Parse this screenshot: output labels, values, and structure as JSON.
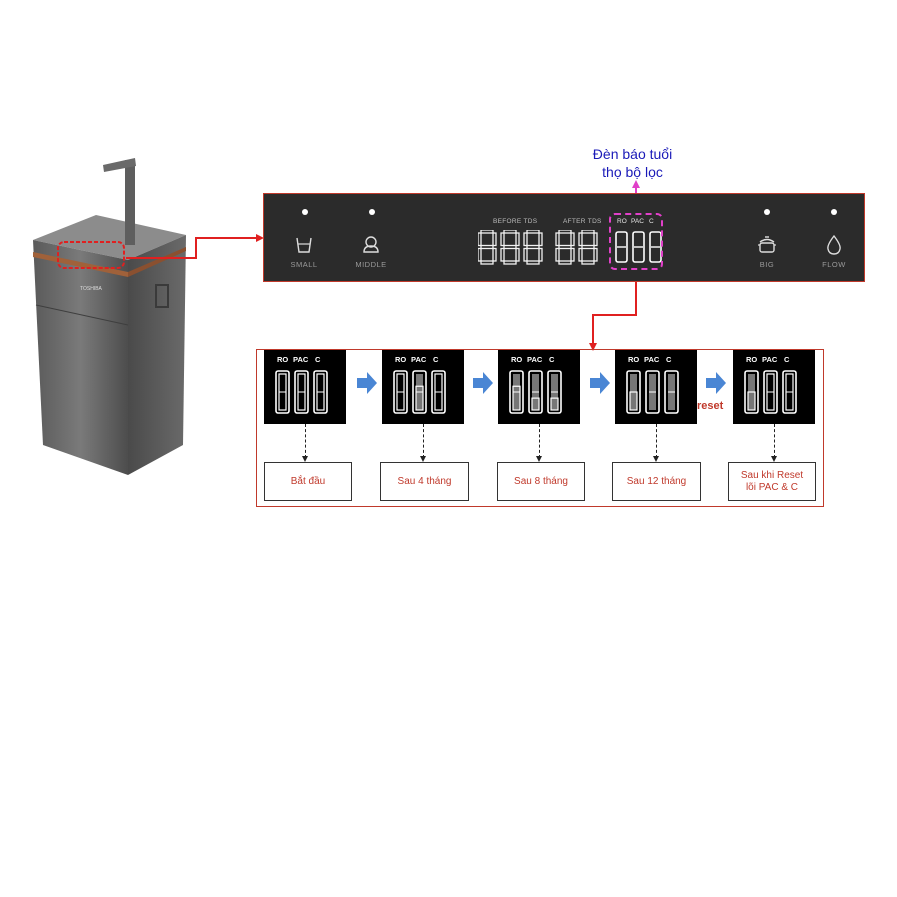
{
  "product": {
    "brand": "TOSHIBA"
  },
  "panel": {
    "buttons": [
      {
        "key": "small",
        "label": "SMALL",
        "icon": "cup-icon"
      },
      {
        "key": "middle",
        "label": "MIDDLE",
        "icon": "kettle-icon"
      },
      {
        "key": "big",
        "label": "BIG",
        "icon": "pot-icon"
      },
      {
        "key": "flow",
        "label": "FLOW",
        "icon": "droplet-icon"
      }
    ],
    "before_tds": "BEFORE TDS",
    "after_tds": "AFTER TDS",
    "indicator_labels": [
      "RO",
      "PAC",
      "C"
    ]
  },
  "annotation": {
    "line1": "Đèn báo tuổi",
    "line2": "thọ bộ lọc"
  },
  "timeline": {
    "stages": [
      {
        "label": "Bắt đầu",
        "fill": [
          1,
          1,
          1
        ]
      },
      {
        "label": "Sau 4 tháng",
        "fill": [
          1,
          0.66,
          1
        ]
      },
      {
        "label": "Sau 8 tháng",
        "fill": [
          0.66,
          0.33,
          0.33
        ]
      },
      {
        "label": "Sau 12 tháng",
        "fill": [
          0.5,
          0,
          0
        ]
      },
      {
        "label": "Sau khi Reset lõi PAC & C",
        "label_line1": "Sau khi Reset",
        "label_line2": "lõi PAC & C",
        "fill": [
          0.5,
          1,
          1
        ]
      }
    ],
    "reset_label": "reset"
  },
  "colors": {
    "panel_bg": "#2b2b2b",
    "highlight_red": "#c0392b",
    "annotation_blue": "#1a1ab8",
    "annotation_pink": "#e040c8",
    "arrow_blue": "#4a86d4"
  }
}
